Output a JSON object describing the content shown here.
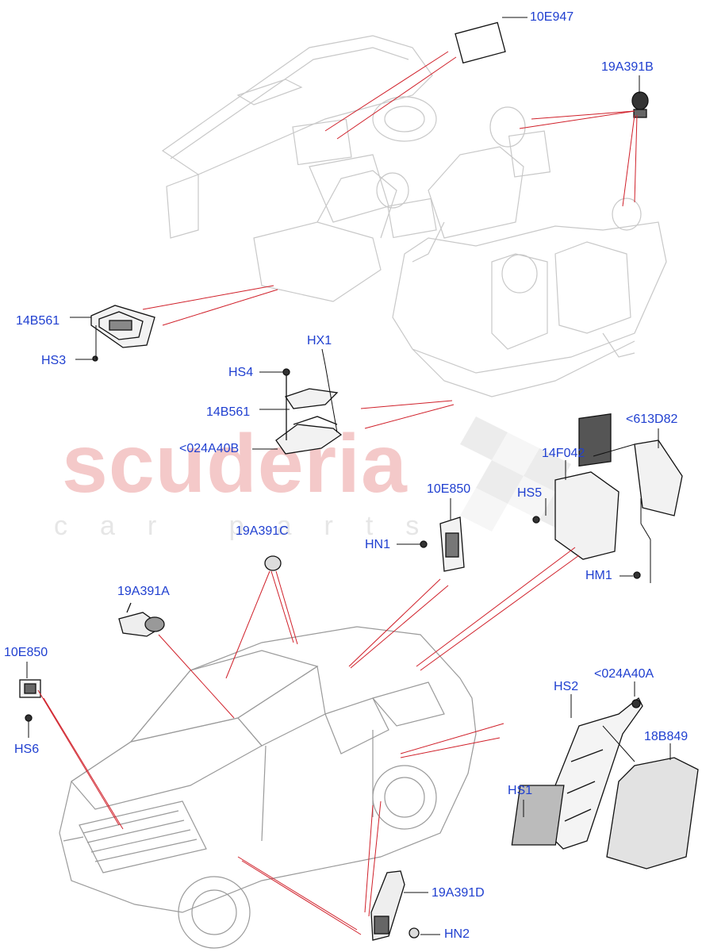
{
  "watermark": {
    "brand": "scuderia",
    "tagline": "car parts"
  },
  "colors": {
    "label": "#1f3fd0",
    "leader_red": "#d0202a",
    "leader_black": "#111111",
    "ghost": "#c8c8c8"
  },
  "callouts": [
    {
      "id": "10e947",
      "label": "10E947"
    },
    {
      "id": "19a391b",
      "label": "19A391B"
    },
    {
      "id": "14b561-a",
      "label": "14B561"
    },
    {
      "id": "hs3",
      "label": "HS3"
    },
    {
      "id": "hx1",
      "label": "HX1"
    },
    {
      "id": "hs4",
      "label": "HS4"
    },
    {
      "id": "14b561-b",
      "label": "14B561"
    },
    {
      "id": "024a40b",
      "label": "<024A40B"
    },
    {
      "id": "613d82",
      "label": "<613D82"
    },
    {
      "id": "14f042",
      "label": "14F042"
    },
    {
      "id": "hs5",
      "label": "HS5"
    },
    {
      "id": "10e850-a",
      "label": "10E850"
    },
    {
      "id": "hn1",
      "label": "HN1"
    },
    {
      "id": "19a391c",
      "label": "19A391C"
    },
    {
      "id": "hm1",
      "label": "HM1"
    },
    {
      "id": "19a391a",
      "label": "19A391A"
    },
    {
      "id": "10e850-b",
      "label": "10E850"
    },
    {
      "id": "hs6",
      "label": "HS6"
    },
    {
      "id": "hs2",
      "label": "HS2"
    },
    {
      "id": "024a40a",
      "label": "<024A40A"
    },
    {
      "id": "18b849",
      "label": "18B849"
    },
    {
      "id": "hs1",
      "label": "HS1"
    },
    {
      "id": "19a391d",
      "label": "19A391D"
    },
    {
      "id": "hn2",
      "label": "HN2"
    }
  ]
}
